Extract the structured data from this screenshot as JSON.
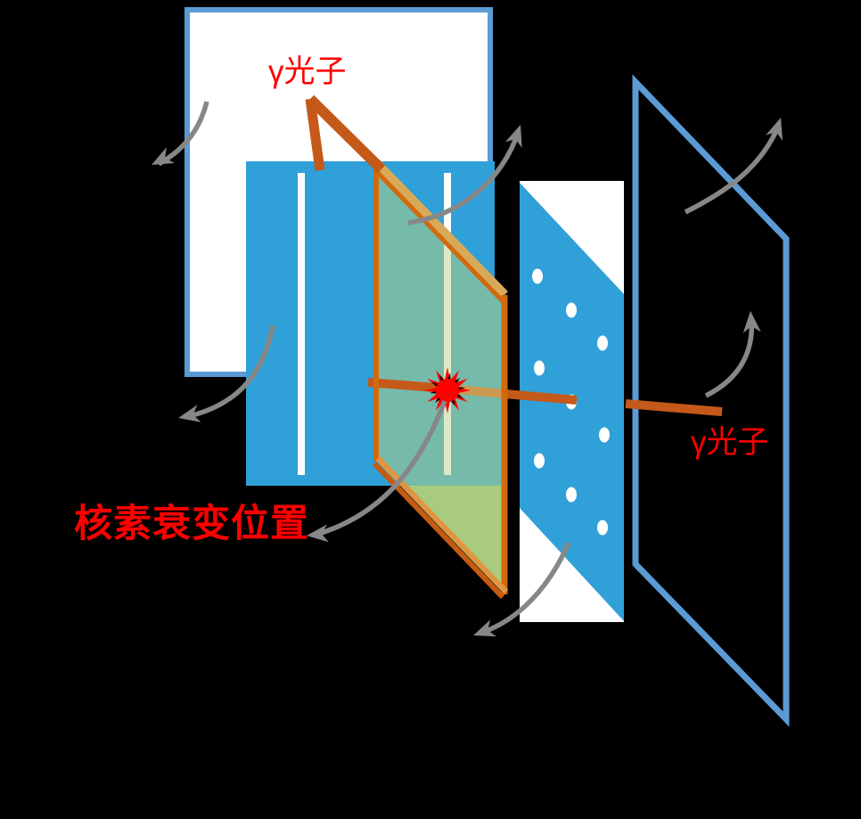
{
  "diagram": {
    "description_labels": {
      "gamma_top": "γ光子",
      "gamma_right": "γ光子",
      "decay_position": "核素衰变位置"
    },
    "colors": {
      "background": "#000000",
      "panel_fill_blue": "#30A0D8",
      "panel_border_blue": "#5B9BD5",
      "gamma_ray_orange": "#C4591A",
      "tilted_panel_border_orange": "#D2690C",
      "tilted_panel_border_tan": "#D9A95A",
      "gamma_overlap_tan": "#CB9A52",
      "tilted_panel_teal": "#76BAAA",
      "tilted_panel_green": "#A9CB7E",
      "pale_stripe": "#DCE9C7",
      "pointer_gray": "#878787",
      "label_red": "#FF0000",
      "decay_burst_red": "#FF0000",
      "decay_burst_black": "#000000",
      "crystal_dot_white": "#FFFFFF"
    }
  }
}
